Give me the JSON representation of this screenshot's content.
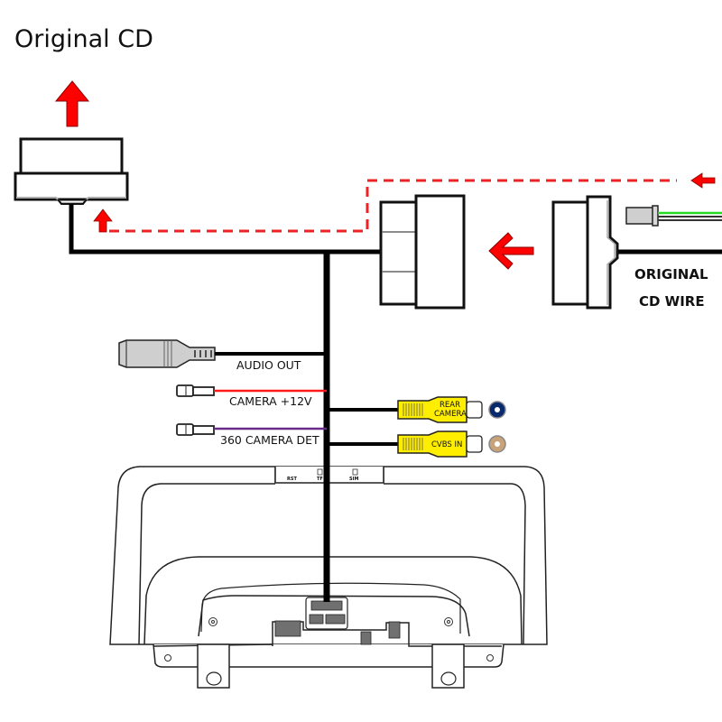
{
  "title": "Original CD",
  "labels": {
    "original_cd_wire_line1": "ORIGINAL",
    "original_cd_wire_line2": "CD WIRE",
    "audio_out": "AUDIO OUT",
    "camera_12v": "CAMERA +12V",
    "camera_360_det": "360 CAMERA DET",
    "rca_rear_camera_line1": "REAR",
    "rca_rear_camera_line2": "CAMERA",
    "rca_cvbs_in": "CVBS IN",
    "slot_rst": "RST",
    "slot_tf": "TF",
    "slot_sim": "SIM"
  },
  "colors": {
    "arrow_red": "#ff0000",
    "dashed_red": "#ee2222",
    "wire_black": "#000000",
    "camera_12v_wire": "#ff1a1a",
    "camera_det_wire": "#6a2a8a",
    "rca_yellow": "#ffee00",
    "rear_camera_jack": "#0a2a6e",
    "cvbs_jack": "#c8a27a",
    "green_wire": "#22dd22",
    "connector_gray": "#cfcfcf",
    "port_gray": "#707070"
  },
  "icons": [
    "arrow-up-icon",
    "arrow-left-icon",
    "rca-plug-icon",
    "rca-jack-icon",
    "audio-jack-icon",
    "spade-terminal-icon"
  ]
}
